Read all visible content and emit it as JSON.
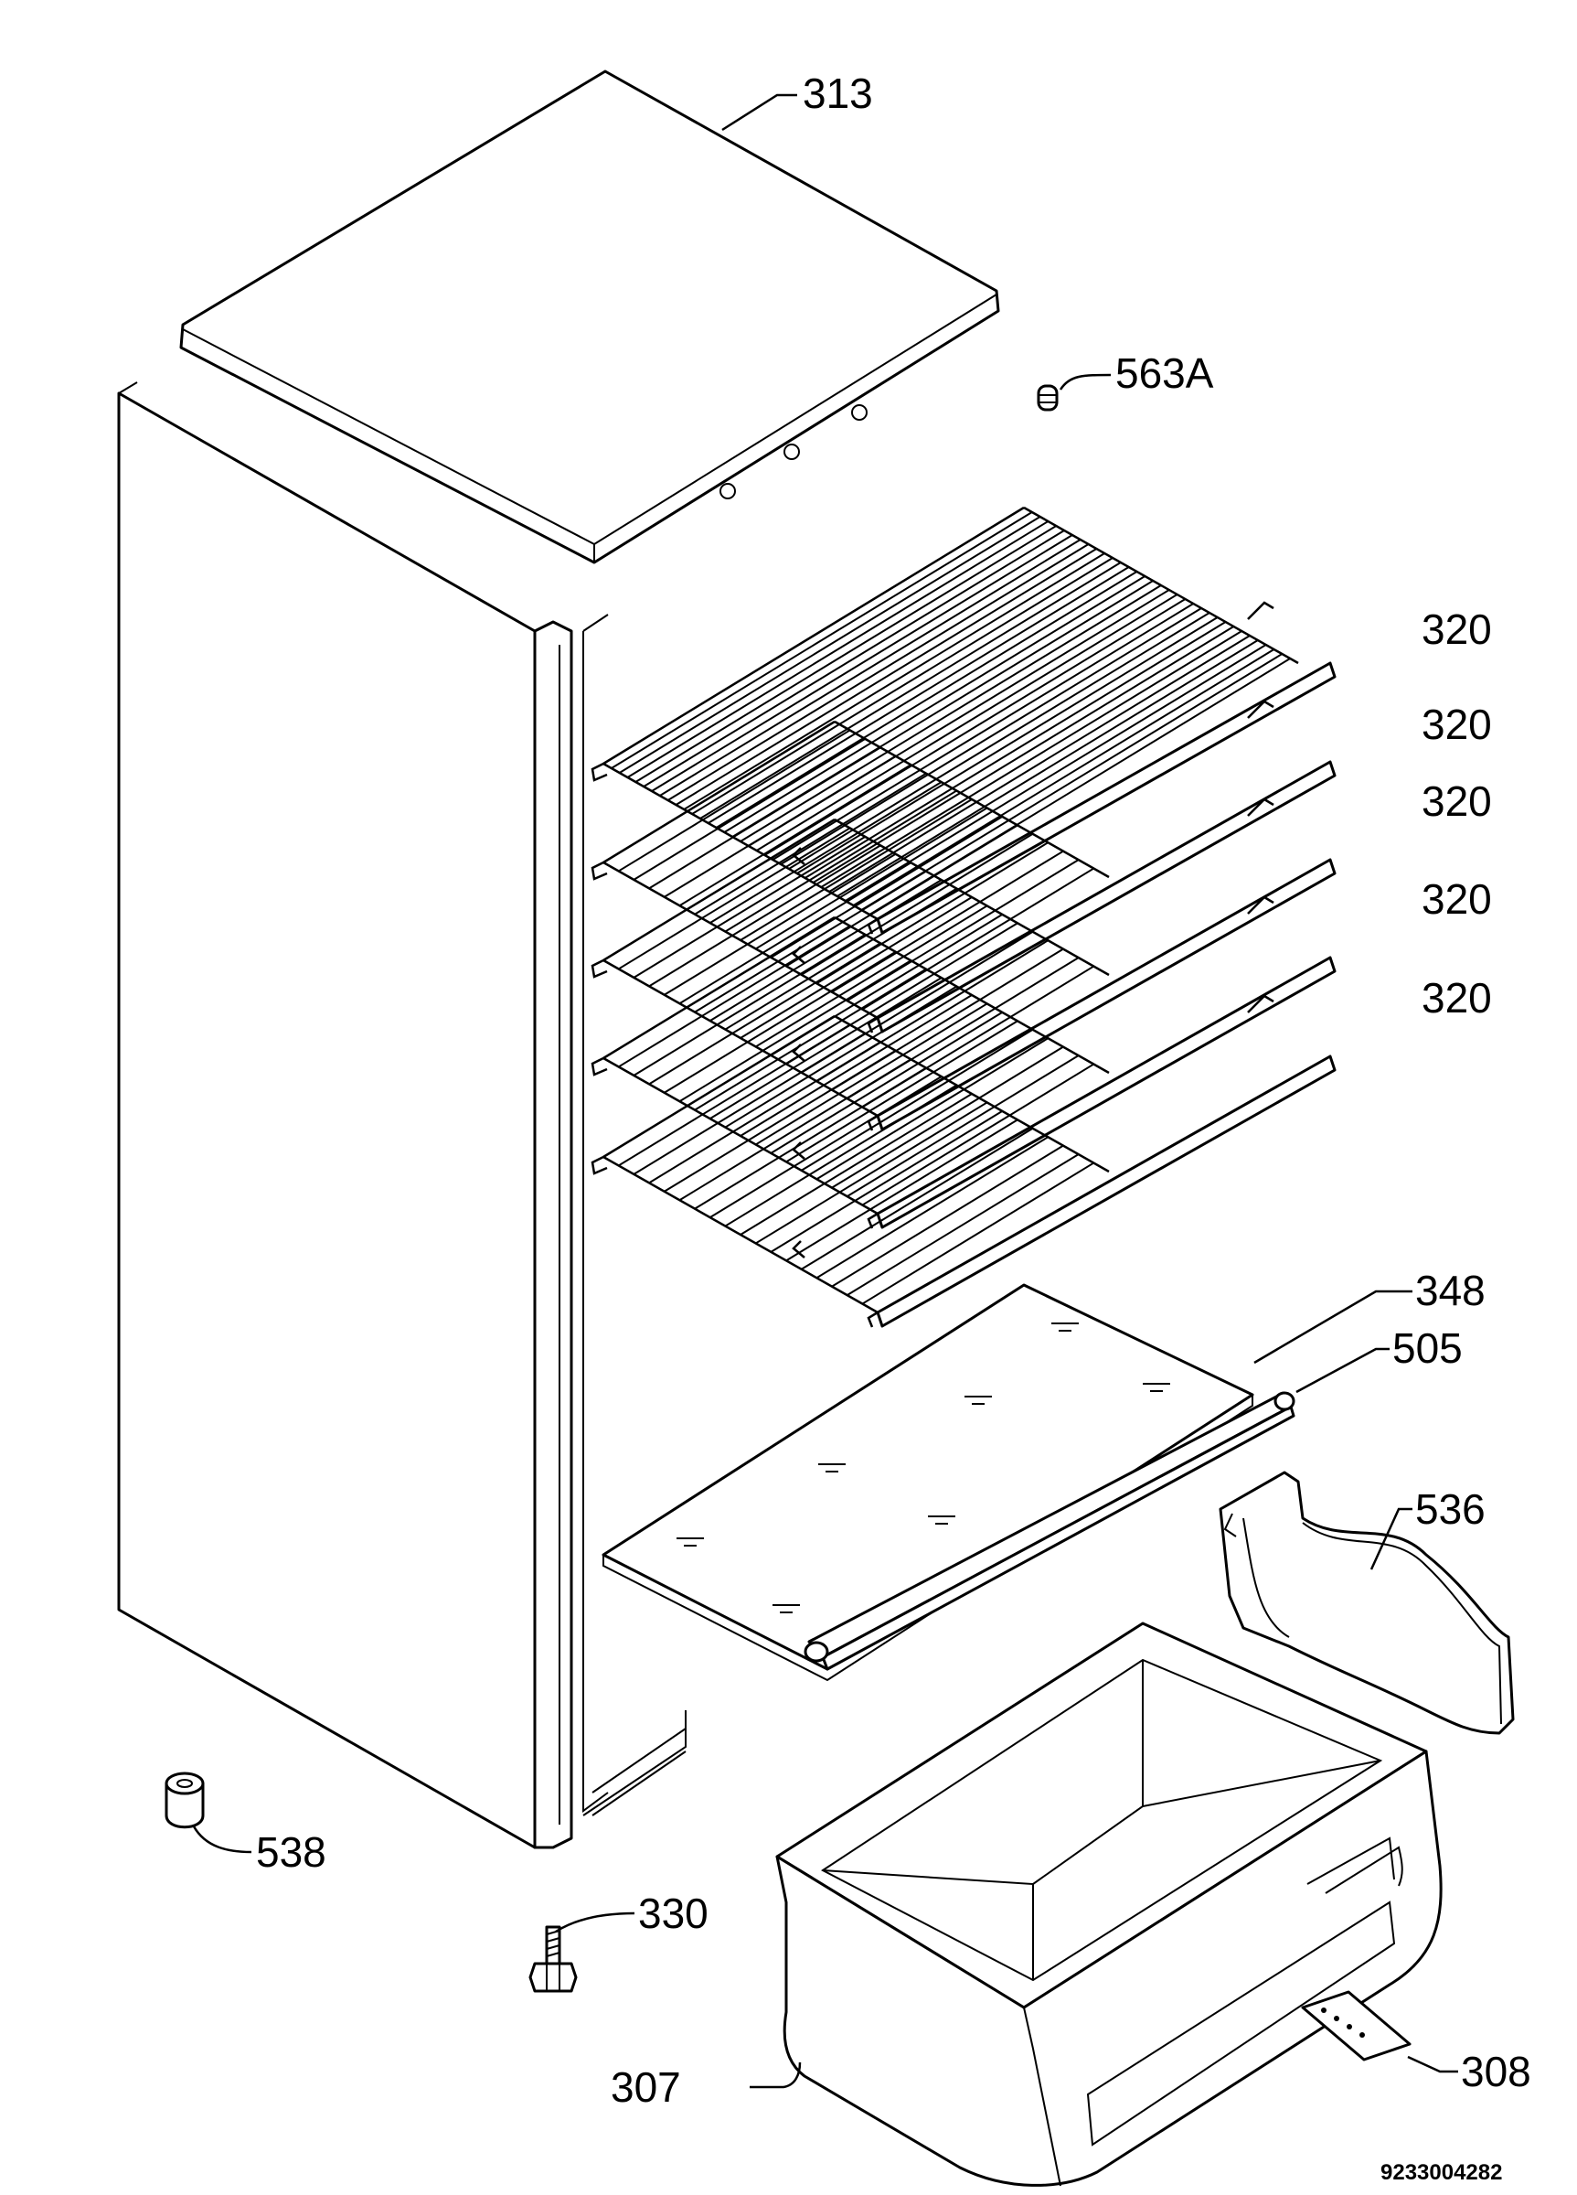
{
  "callouts": {
    "top_cover": "313",
    "bulb": "563A",
    "shelf_1": "320",
    "shelf_2": "320",
    "shelf_3": "320",
    "shelf_4": "320",
    "shelf_5": "320",
    "glass_shelf": "348",
    "trim_strip": "505",
    "crisper_cover": "536",
    "foot": "538",
    "leveling_screw": "330",
    "crisper_drawer": "307",
    "nameplate": "308"
  },
  "document_number": "9233004282"
}
